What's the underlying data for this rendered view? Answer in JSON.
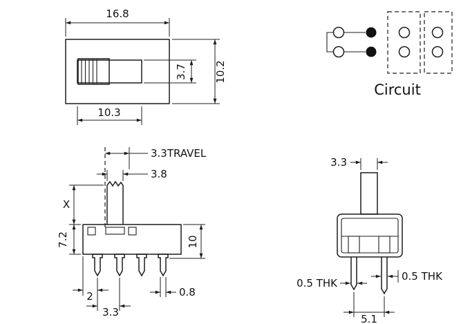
{
  "colors": {
    "ink": "#1c1c1c",
    "background": "#ffffff"
  },
  "views": {
    "top_view": {
      "dim_width": "16.8",
      "dim_height": "10.2",
      "dim_slot_height": "3.7",
      "dim_slot_width": "10.3"
    },
    "circuit": {
      "label": "Circuit"
    },
    "front_view": {
      "dim_travel": "3.3TRAVEL",
      "dim_actuator_width": "3.8",
      "dim_x": "X",
      "dim_body_upper": "7.2",
      "dim_height": "10",
      "dim_end_offset": "2",
      "dim_pin_pitch": "3.3",
      "dim_pin_width": "0.8"
    },
    "side_view": {
      "dim_knob_width": "3.3",
      "dim_thk_left": "0.5 THK",
      "dim_thk_right": "0.5 THK",
      "dim_pin_span": "5.1"
    }
  }
}
